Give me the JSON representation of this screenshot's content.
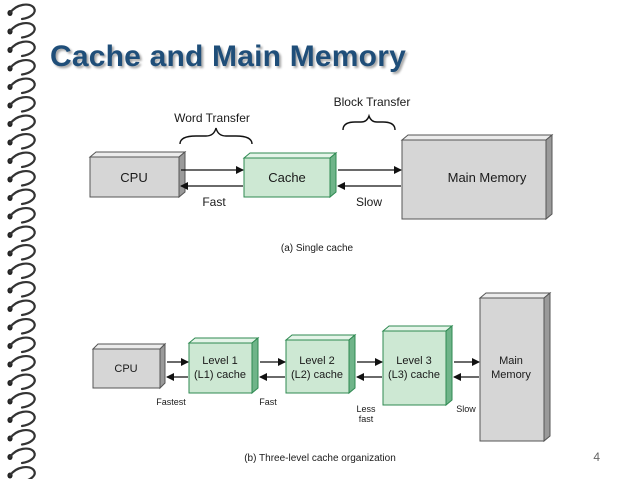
{
  "slide": {
    "title": "Cache and Main Memory",
    "page_number": "4"
  },
  "diagram_a": {
    "word_transfer": "Word Transfer",
    "block_transfer": "Block Transfer",
    "cpu": "CPU",
    "cache": "Cache",
    "main_memory": "Main Memory",
    "fast": "Fast",
    "slow": "Slow",
    "caption": "(a) Single cache"
  },
  "diagram_b": {
    "cpu": "CPU",
    "l1_line1": "Level 1",
    "l1_line2": "(L1) cache",
    "l2_line1": "Level 2",
    "l2_line2": "(L2) cache",
    "l3_line1": "Level 3",
    "l3_line2": "(L3) cache",
    "mm_line1": "Main",
    "mm_line2": "Memory",
    "fastest": "Fastest",
    "fast": "Fast",
    "less_fast_line1": "Less",
    "less_fast_line2": "fast",
    "slow": "Slow",
    "caption": "(b) Three-level cache organization"
  },
  "colors": {
    "title": "#1f4e79",
    "cache_fill": "#cde8d3",
    "cache_edge": "#2f8a52",
    "gray_fill": "#d6d6d6",
    "gray_edge": "#555555"
  }
}
